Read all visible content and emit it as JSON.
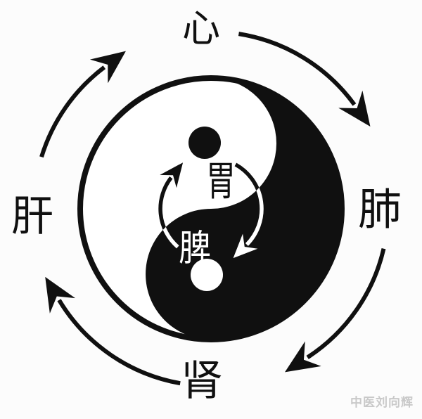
{
  "diagram": {
    "type": "tcm-five-organ-taiji-cycle",
    "outer_cycle": {
      "direction": "clockwise",
      "sequence": "心 → 肺 → 肾 → 肝 → 心",
      "organs": {
        "heart": {
          "label": "心",
          "position": "top"
        },
        "lung": {
          "label": "肺",
          "position": "right"
        },
        "kidney": {
          "label": "肾",
          "position": "bottom"
        },
        "liver": {
          "label": "肝",
          "position": "left"
        }
      },
      "arrows": [
        {
          "from": "心",
          "to": "肺"
        },
        {
          "from": "肺",
          "to": "肾"
        },
        {
          "from": "肾",
          "to": "肝"
        },
        {
          "from": "肝",
          "to": "心"
        }
      ]
    },
    "inner_cycle": {
      "direction": "clockwise",
      "sequence": "胃 → 脾 → 胃",
      "organs": {
        "stomach": {
          "label": "胃",
          "position": "center-upper",
          "ink": "black-on-white"
        },
        "spleen": {
          "label": "脾",
          "position": "center-lower",
          "ink": "white-on-black"
        }
      },
      "arrows": [
        {
          "from": "胃",
          "to": "脾",
          "side": "right"
        },
        {
          "from": "脾",
          "to": "胃",
          "side": "left"
        }
      ]
    },
    "colors": {
      "ink": "#101010",
      "paper": "#fcfcfc",
      "yang_fill": "#ffffff",
      "yin_fill": "#101010"
    }
  },
  "watermark": {
    "text": "中医刘向辉",
    "color": "#c9c9c9"
  }
}
